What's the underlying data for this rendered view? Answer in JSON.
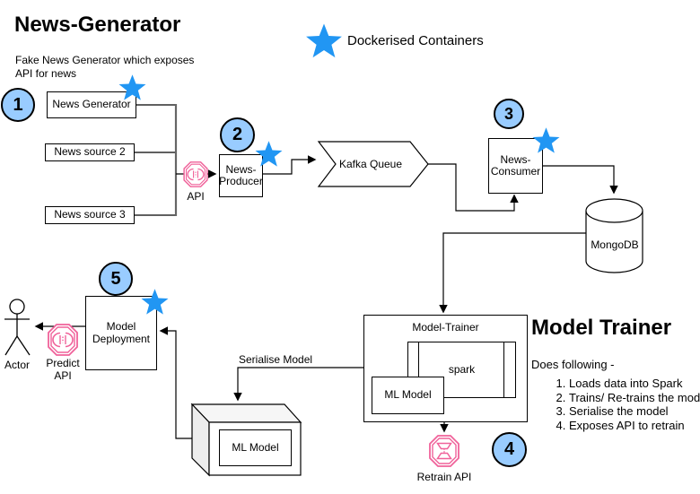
{
  "colors": {
    "star_blue": "#2196F3",
    "badge_fill": "#99CCFF",
    "api_pink": "#F0629A",
    "connector_gray": "#666666",
    "cube_top": "#F6F6F6",
    "cube_side": "#EDEDED"
  },
  "header": {
    "title": "News-Generator",
    "subtitle": "Fake News Generator which exposes API for news"
  },
  "legend": {
    "label": "Dockerised Containers"
  },
  "badges": {
    "b1": "1",
    "b2": "2",
    "b3": "3",
    "b4": "4",
    "b5": "5"
  },
  "nodes": {
    "news_generator": "News Generator",
    "news_source_2": "News source 2",
    "news_source_3": "News source 3",
    "news_producer": "News-Producer",
    "kafka_queue": "Kafka Queue",
    "news_consumer": "News-Consumer",
    "mongodb": "MongoDB",
    "model_trainer": "Model-Trainer",
    "spark": "spark",
    "ml_model": "ML Model",
    "ml_model_serialised": "ML Model",
    "model_deployment": "Model Deployment",
    "actor": "Actor"
  },
  "api_labels": {
    "api": "API",
    "predict": "Predict API",
    "retrain": "Retrain API"
  },
  "edges": {
    "serialise_model": "Serialise Model"
  },
  "model_trainer_panel": {
    "heading": "Model Trainer",
    "intro": "Does following -",
    "steps": [
      "Loads data into Spark",
      "Trains/ Re-trains the model",
      "Serialise the model",
      "Exposes API to retrain"
    ]
  }
}
